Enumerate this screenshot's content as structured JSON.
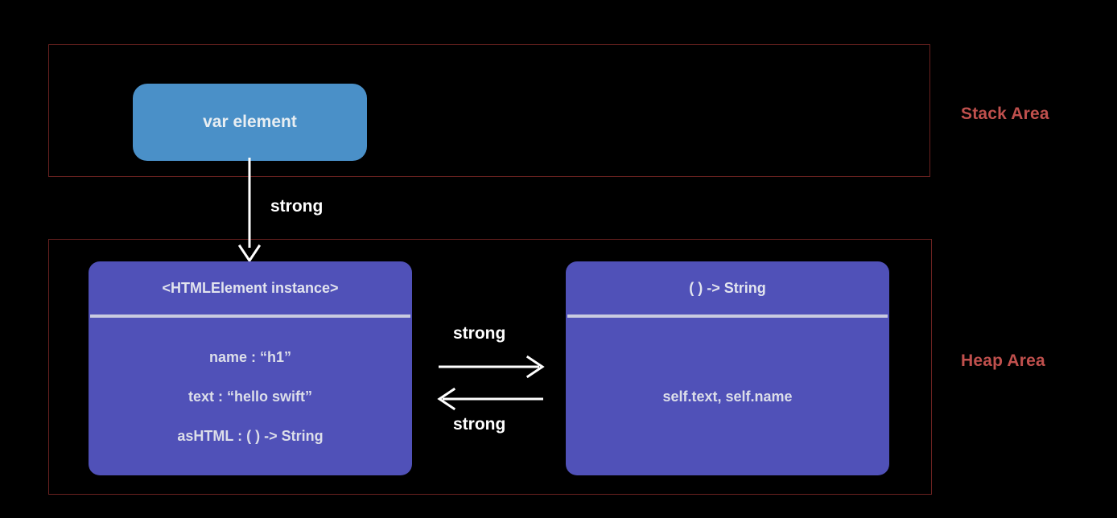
{
  "diagram": {
    "title": "Swift ARC strong reference cycle diagram",
    "background": "#000000",
    "regions": [
      {
        "id": "stack",
        "label": "Stack Area",
        "border_color": "#6b2220",
        "label_color": "#c0504d"
      },
      {
        "id": "heap",
        "label": "Heap Area",
        "border_color": "#6b2220",
        "label_color": "#c0504d"
      }
    ],
    "stack": {
      "variable_box": {
        "label": "var element",
        "fill": "#4a90c8",
        "text_color": "#e8eef2"
      }
    },
    "heap": {
      "instance_box": {
        "header": "<HTMLElement instance>",
        "fill": "#5051b8",
        "text_color": "#dcdee9",
        "rows": [
          "name : “h1”",
          "text : “hello swift”",
          "asHTML : ( ) -> String"
        ]
      },
      "closure_box": {
        "header": "( ) -> String",
        "fill": "#5051b8",
        "text_color": "#dcdee9",
        "rows": [
          "self.text,  self.name"
        ]
      }
    },
    "arrows": [
      {
        "id": "stack-to-instance",
        "label": "strong",
        "direction": "down",
        "color": "#ffffff"
      },
      {
        "id": "instance-to-closure",
        "label": "strong",
        "direction": "right",
        "color": "#ffffff"
      },
      {
        "id": "closure-to-instance",
        "label": "strong",
        "direction": "left",
        "color": "#ffffff"
      }
    ]
  }
}
